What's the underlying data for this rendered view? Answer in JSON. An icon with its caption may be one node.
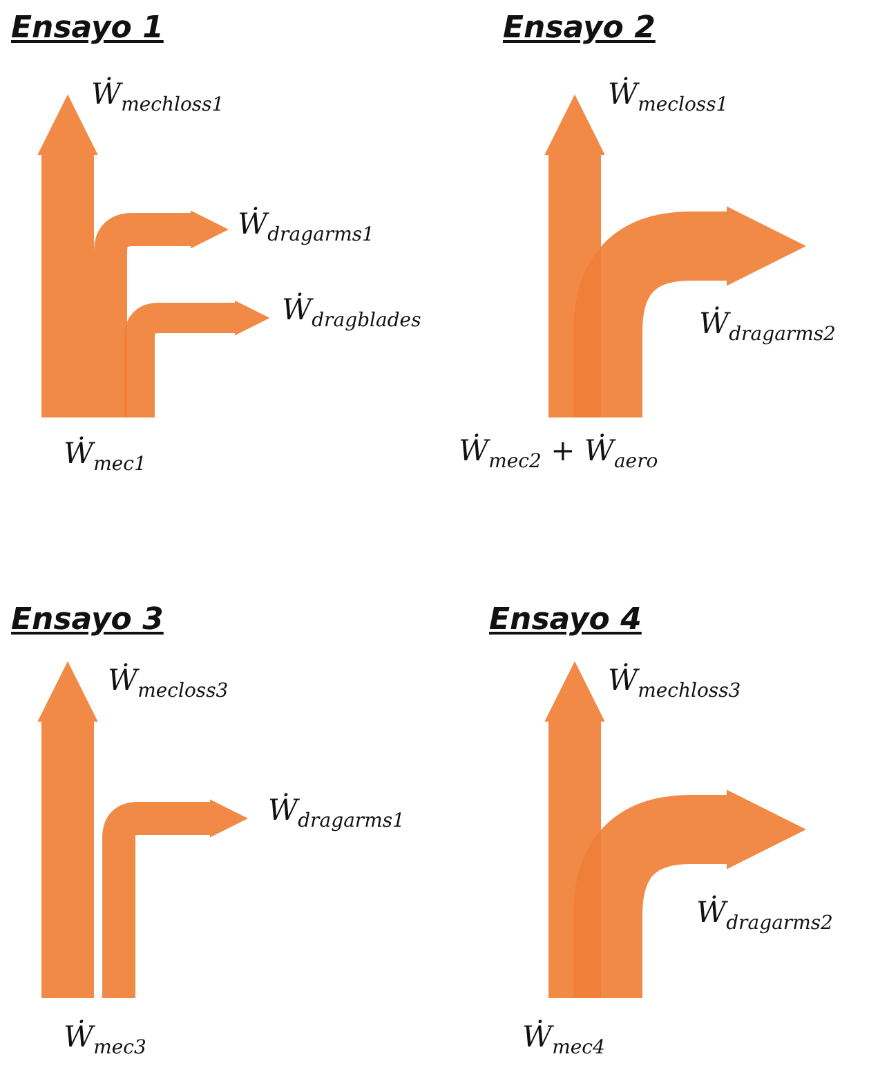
{
  "diagram": {
    "nodes": [
      {
        "text": [
          "Ẇ$_{mec}$$_{1}$"
        ]
      },
      {
        "text": [
          "Ẇ$_{mech}$$_{loss1}$"
        ]
      },
      {
        "text": [
          "Ẇ$_{drag}$$_{arms1}$"
        ]
      },
      {
        "text": [
          "Ẇ$_{drag}$$_{blades}$"
        ]
      },
      {
        "text": [
          "Ẇ$_{mec}$$_{2}$ + Ẇ$_{aero}$"
        ]
      },
      {
        "text": [
          "Ẇ$_{mec}$$_{loss1}$"
        ]
      },
      {
        "text": [
          "Ẇ$_{drag}$$_{arms2}$"
        ]
      },
      {
        "text": [
          "Ẇ$_{mec}$$_{3}$"
        ]
      },
      {
        "text": [
          "Ẇ$_{mec}$$_{loss3}$"
        ]
      },
      {
        "text": [
          "Ẇ$_{drag}$$_{arms1}$"
        ]
      },
      {
        "text": [
          "Ẇ$_{mec}$$_{4}$"
        ]
      },
      {
        "text": [
          "Ẇ$_{mech}$$_{loss3}$"
        ]
      },
      {
        "text": [
          "Ẇ$_{drag}$$_{arms2}$"
        ]
      }
    ],
    "edges": [
      {
        "from": 0,
        "to": 1,
        "arrow": "to"
      },
      {
        "from": 0,
        "to": 2,
        "arrow": "to"
      },
      {
        "from": 0,
        "to": 3,
        "arrow": "to"
      },
      {
        "from": 4,
        "to": 5,
        "arrow": "to"
      },
      {
        "from": 4,
        "to": 6,
        "arrow": "to"
      },
      {
        "from": 7,
        "to": 8,
        "arrow": "to"
      },
      {
        "from": 7,
        "to": 9,
        "arrow": "to"
      },
      {
        "from": 10,
        "to": 11,
        "arrow": "to"
      },
      {
        "from": 10,
        "to": 12,
        "arrow": "to"
      }
    ],
    "labels": [
      "Ensayo 1",
      "Ensayo 2",
      "Ensayo 3",
      "Ensayo 4"
    ]
  }
}
